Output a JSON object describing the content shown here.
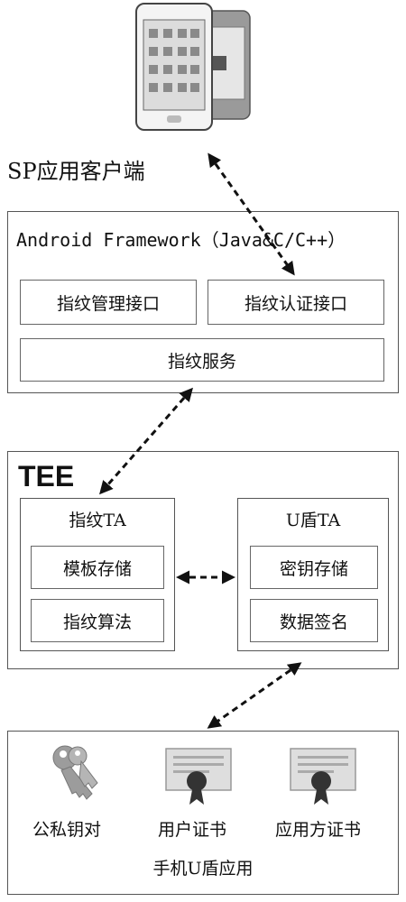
{
  "client_label": "SP应用客户端",
  "framework": {
    "title": "Android Framework（Java&C/C++）",
    "mgmt_api": "指纹管理接口",
    "auth_api": "指纹认证接口",
    "service": "指纹服务"
  },
  "tee": {
    "title": "TEE",
    "fp_ta": {
      "title": "指纹TA",
      "template_storage": "模板存储",
      "algorithm": "指纹算法"
    },
    "ushield_ta": {
      "title": "U盾TA",
      "key_storage": "密钥存储",
      "data_signing": "数据签名"
    }
  },
  "app": {
    "title": "手机U盾应用",
    "items": [
      {
        "label": "公私钥对",
        "icon": "key-icon"
      },
      {
        "label": "用户证书",
        "icon": "certificate-icon"
      },
      {
        "label": "应用方证书",
        "icon": "certificate-icon"
      }
    ]
  }
}
